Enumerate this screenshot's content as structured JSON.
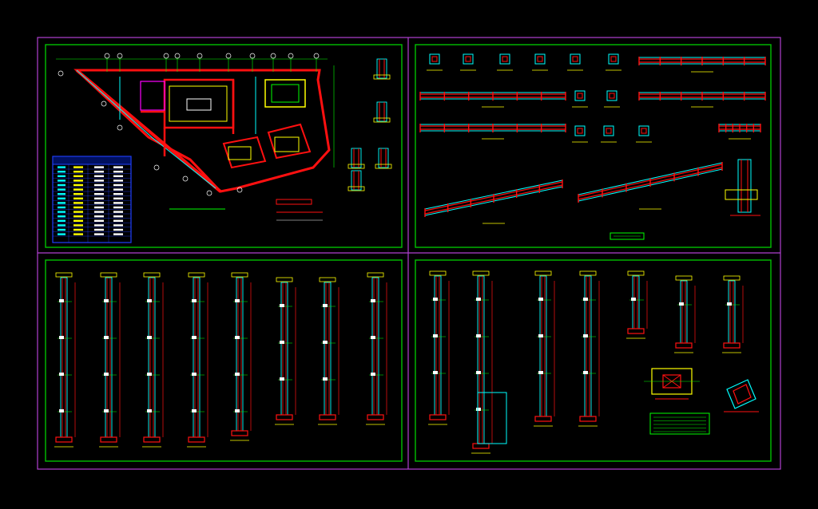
{
  "drawing": {
    "background": "#000000",
    "sheet_border_color": "#b040d0",
    "frame_color": "#00c000",
    "colors": {
      "red": "#ff1010",
      "cyan": "#00ffff",
      "yellow": "#ffff00",
      "green": "#00ff00",
      "white": "#ffffff",
      "magenta": "#ff00ff",
      "blue": "#2040ff",
      "orange": "#ff8800"
    },
    "table": {
      "header_lines": [
        "",
        ""
      ],
      "row_count": 16
    },
    "general_notes_box": "notes-block",
    "note_box": "legend-block"
  }
}
